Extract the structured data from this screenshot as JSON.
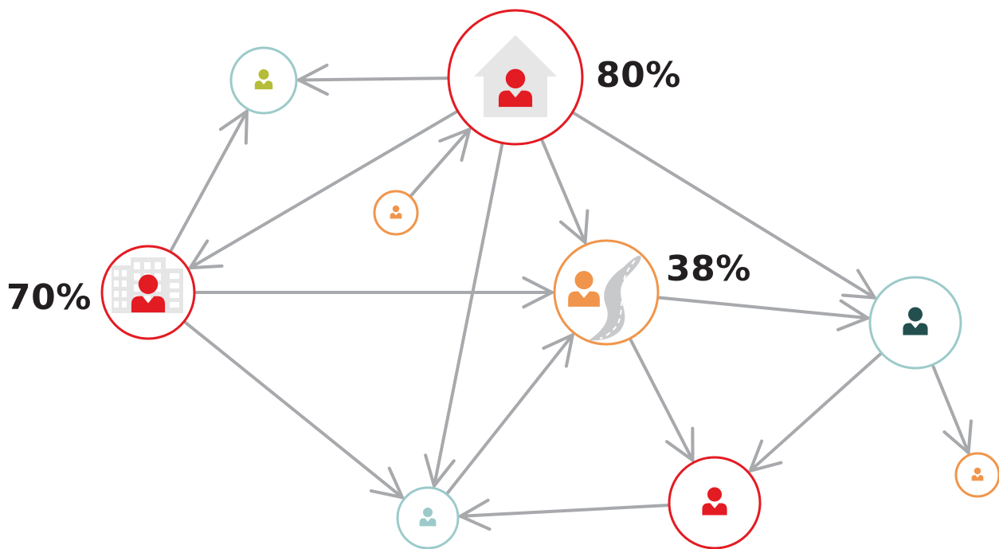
{
  "colors": {
    "edge": "#a7a9ac",
    "red": "#e31b23",
    "orange": "#f0954b",
    "olive": "#b5bd38",
    "teal": "#9ccaca",
    "dark_teal": "#234f4f",
    "building": "#e6e6e6",
    "label": "#231f20"
  },
  "labels": {
    "home_pct": "80%",
    "road_pct": "38%",
    "office_pct": "70%"
  },
  "nodes": [
    {
      "id": "home",
      "ring": "red",
      "person": "red",
      "icon": "house-icon"
    },
    {
      "id": "olive",
      "ring": "teal",
      "person": "olive",
      "icon": "person-icon"
    },
    {
      "id": "small-orange-1",
      "ring": "orange",
      "person": "orange",
      "icon": "person-icon"
    },
    {
      "id": "office",
      "ring": "red",
      "person": "red",
      "icon": "office-building-icon"
    },
    {
      "id": "road",
      "ring": "orange",
      "person": "orange",
      "icon": "road-icon"
    },
    {
      "id": "dark-teal",
      "ring": "teal",
      "person": "dark_teal",
      "icon": "person-icon"
    },
    {
      "id": "small-orange-2",
      "ring": "orange",
      "person": "orange",
      "icon": "person-icon"
    },
    {
      "id": "red-bottom",
      "ring": "red",
      "person": "red",
      "icon": "person-icon"
    },
    {
      "id": "teal-bottom",
      "ring": "teal",
      "person": "teal",
      "icon": "person-icon"
    }
  ],
  "edges": [
    {
      "from": "home",
      "to": "olive"
    },
    {
      "from": "small-orange-1",
      "to": "home"
    },
    {
      "from": "home",
      "to": "office"
    },
    {
      "from": "home",
      "to": "teal-bottom"
    },
    {
      "from": "home",
      "to": "road"
    },
    {
      "from": "home",
      "to": "dark-teal"
    },
    {
      "from": "office",
      "to": "olive"
    },
    {
      "from": "office",
      "to": "road"
    },
    {
      "from": "office",
      "to": "teal-bottom"
    },
    {
      "from": "road",
      "to": "dark-teal"
    },
    {
      "from": "road",
      "to": "red-bottom"
    },
    {
      "from": "teal-bottom",
      "to": "road"
    },
    {
      "from": "dark-teal",
      "to": "red-bottom"
    },
    {
      "from": "dark-teal",
      "to": "small-orange-2"
    },
    {
      "from": "red-bottom",
      "to": "teal-bottom"
    }
  ]
}
